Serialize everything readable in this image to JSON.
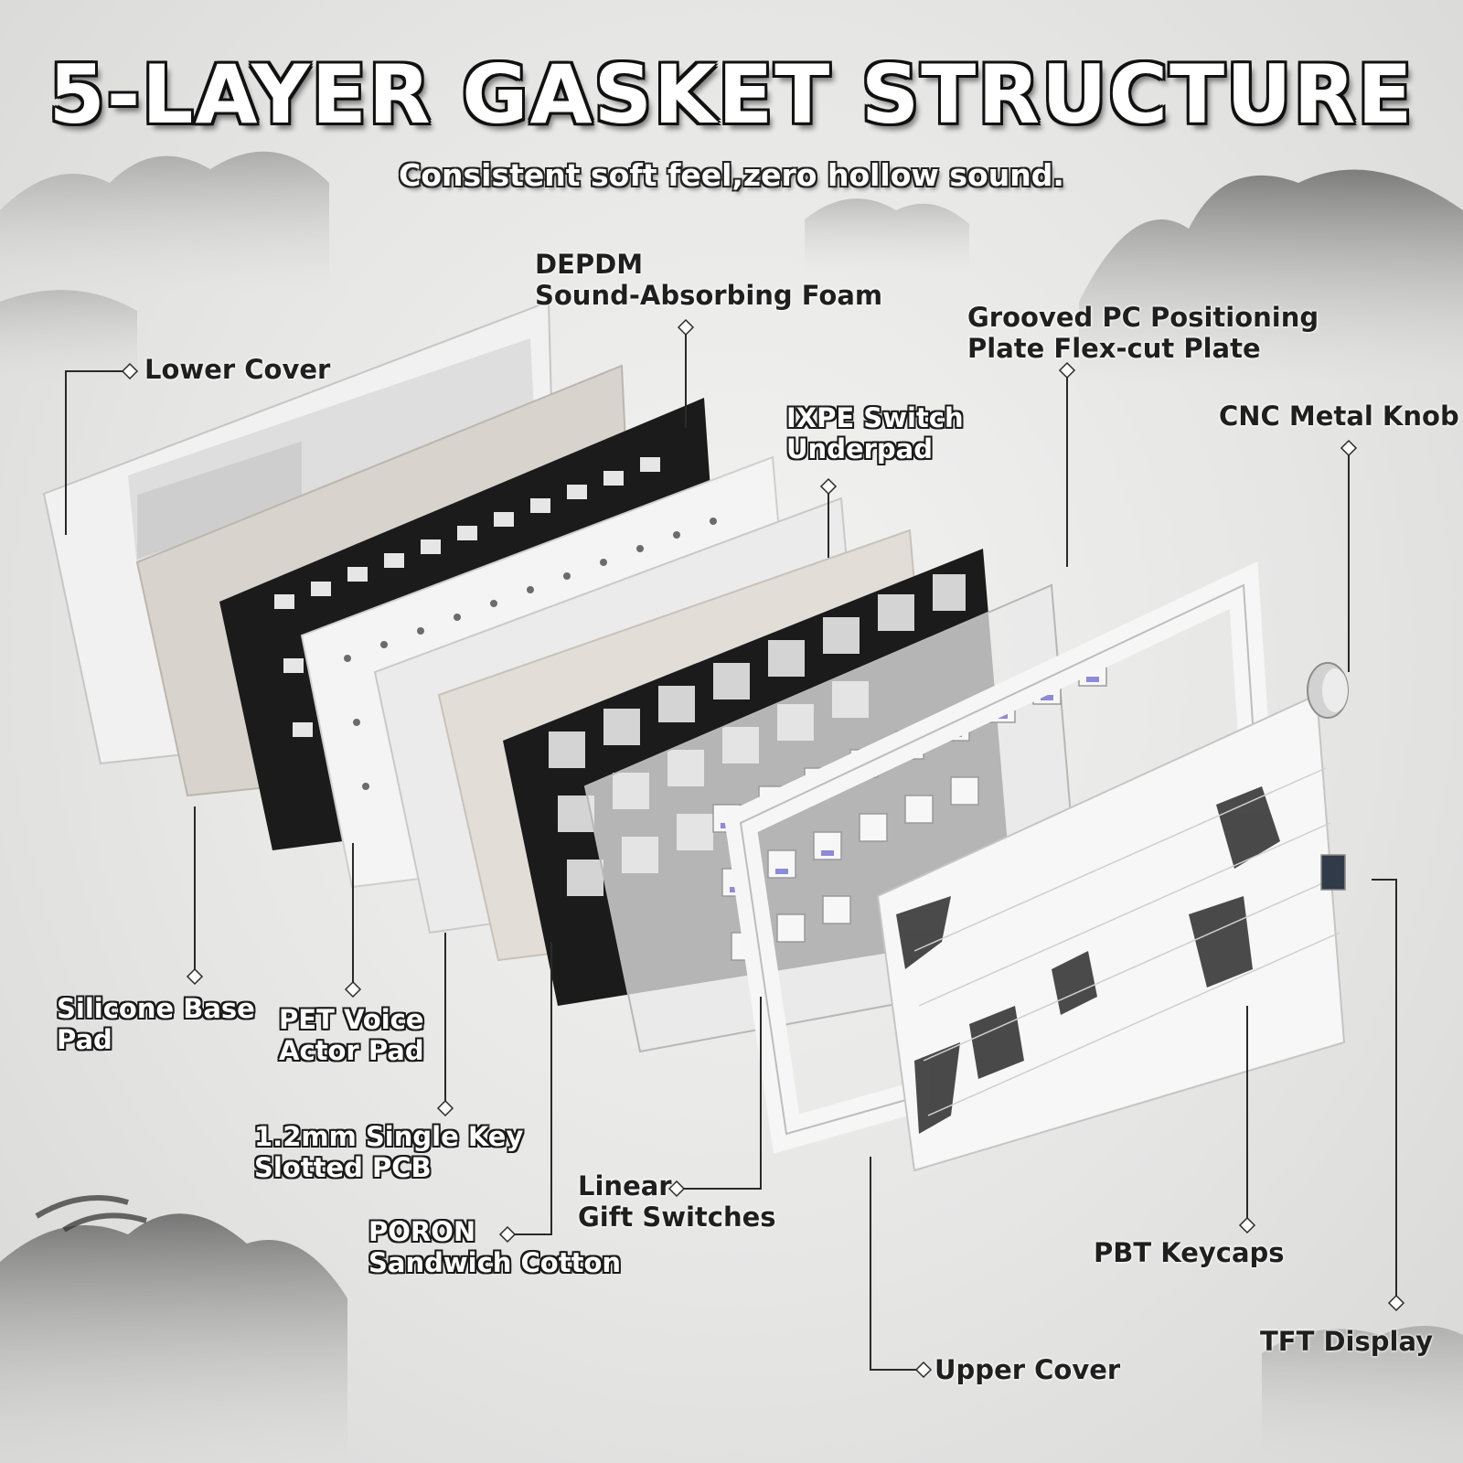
{
  "header": {
    "title": "5-LAYER GASKET STRUCTURE",
    "subtitle": "Consistent soft feel,zero hollow sound."
  },
  "labels": {
    "lower_cover": "Lower Cover",
    "depdm_line1": "DEPDM",
    "depdm_line2": "Sound-Absorbing Foam",
    "grooved_line1": "Grooved PC Positioning",
    "grooved_line2": "Plate Flex-cut Plate",
    "ixpe_line1": "IXPE Switch",
    "ixpe_line2": "Underpad",
    "knob": "CNC Metal Knob",
    "silicone_line1": "Silicone Base",
    "silicone_line2": "Pad",
    "pet_line1": "PET Voice",
    "pet_line2": "Actor Pad",
    "pcb_line1": "1.2mm Single Key",
    "pcb_line2": "Slotted PCB",
    "linear_line1": "Linear",
    "linear_line2": "Gift Switches",
    "poron_line1": "PORON",
    "poron_line2": "Sandwich Cotton",
    "keycaps": "PBT Keycaps",
    "tft": "TFT Display",
    "upper_cover": "Upper Cover"
  },
  "colors": {
    "background": "#e6e6e5",
    "leader_line": "#2a2a2a",
    "black_layer": "#1b1b1b",
    "white_layer": "#f4f4f4",
    "beige_layer": "#d8d3cc",
    "switch_accent": "#8e8ad6"
  }
}
